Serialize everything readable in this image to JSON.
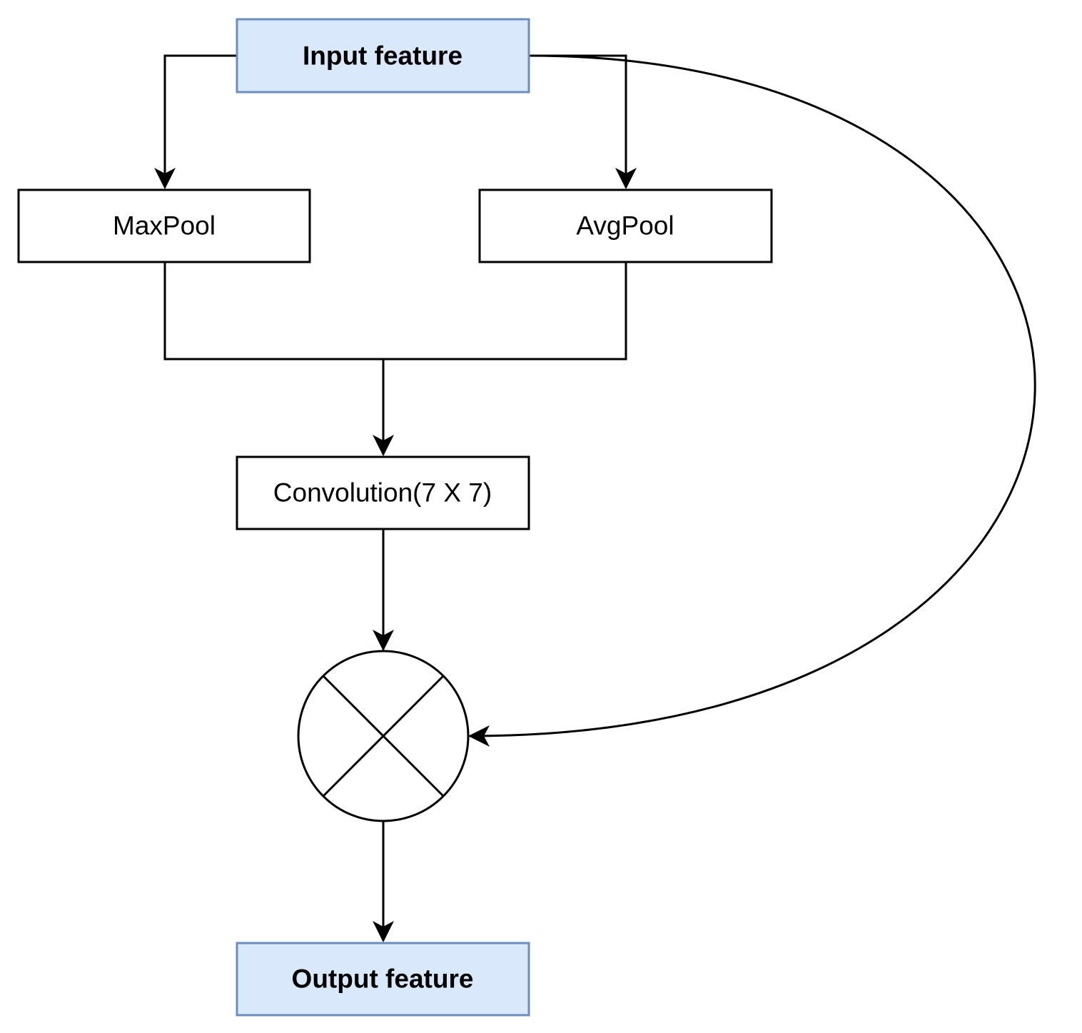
{
  "colors": {
    "terminal_fill": "#dae8fc",
    "terminal_stroke": "#6c8ebf",
    "process_fill": "#ffffff",
    "process_stroke": "#000000",
    "edge": "#000000"
  },
  "nodes": {
    "input": {
      "label": "Input feature"
    },
    "maxpool": {
      "label": "MaxPool"
    },
    "avgpool": {
      "label": "AvgPool"
    },
    "conv": {
      "label": "Convolution(7 X 7)"
    },
    "multiply": {
      "icon": "multiply-icon"
    },
    "output": {
      "label": "Output feature"
    }
  }
}
